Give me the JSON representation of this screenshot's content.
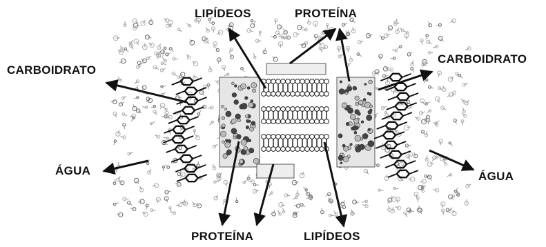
{
  "labels": {
    "lipids_top": "LIPÍDEOS",
    "protein_top": "PROTEÍNA",
    "carb_left": "CARBOIDRATO",
    "carb_right": "CARBOIDRATO",
    "water_left": "ÁGUA",
    "water_right": "ÁGUA",
    "protein_bottom": "PROTEÍNA",
    "lipids_bottom": "LIPÍDEOS"
  }
}
